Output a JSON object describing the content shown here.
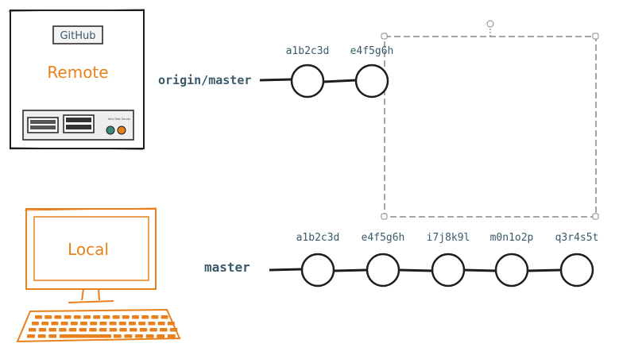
{
  "server": {
    "badge": "GitHub",
    "title": "Remote",
    "unit_label": "Very Fast Server"
  },
  "computer": {
    "screen_label": "Local"
  },
  "remote_branch": {
    "label": "origin/master",
    "commits": [
      "a1b2c3d",
      "e4f5g6h"
    ]
  },
  "local_branch": {
    "label": "master",
    "commits": [
      "a1b2c3d",
      "e4f5g6h",
      "i7j8k9l",
      "m0n1o2p",
      "q3r4s5t"
    ]
  },
  "colors": {
    "ink": "#1e1e1e",
    "accent": "#e8801c",
    "teal_text": "#3a5a6a",
    "selection": "#6f6f6f",
    "handle_fill": "#ffffff",
    "green_dot": "#3a8a7a",
    "orange_dot": "#e8801c"
  }
}
